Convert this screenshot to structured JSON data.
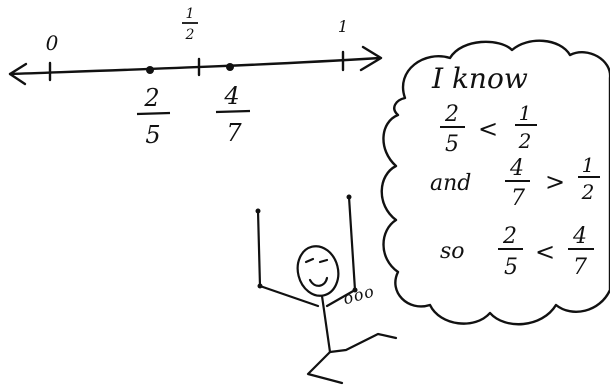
{
  "number_line": {
    "tick_labels": {
      "zero": "0",
      "half_numerator": "1",
      "half_denominator": "2",
      "one": "1"
    },
    "points": [
      {
        "numerator": "2",
        "denominator": "5"
      },
      {
        "numerator": "4",
        "denominator": "7"
      }
    ]
  },
  "thought_bubble": {
    "line1": "I know",
    "line2": {
      "a_num": "2",
      "a_den": "5",
      "symbol": "<",
      "b_num": "1",
      "b_den": "2"
    },
    "line3": {
      "prefix": "and",
      "a_num": "4",
      "a_den": "7",
      "symbol": ">",
      "b_num": "1",
      "b_den": "2"
    },
    "line4": {
      "prefix": "so",
      "a_num": "2",
      "a_den": "5",
      "symbol": "<",
      "b_num": "4",
      "b_den": "7"
    }
  },
  "thought_dots": "ooo"
}
